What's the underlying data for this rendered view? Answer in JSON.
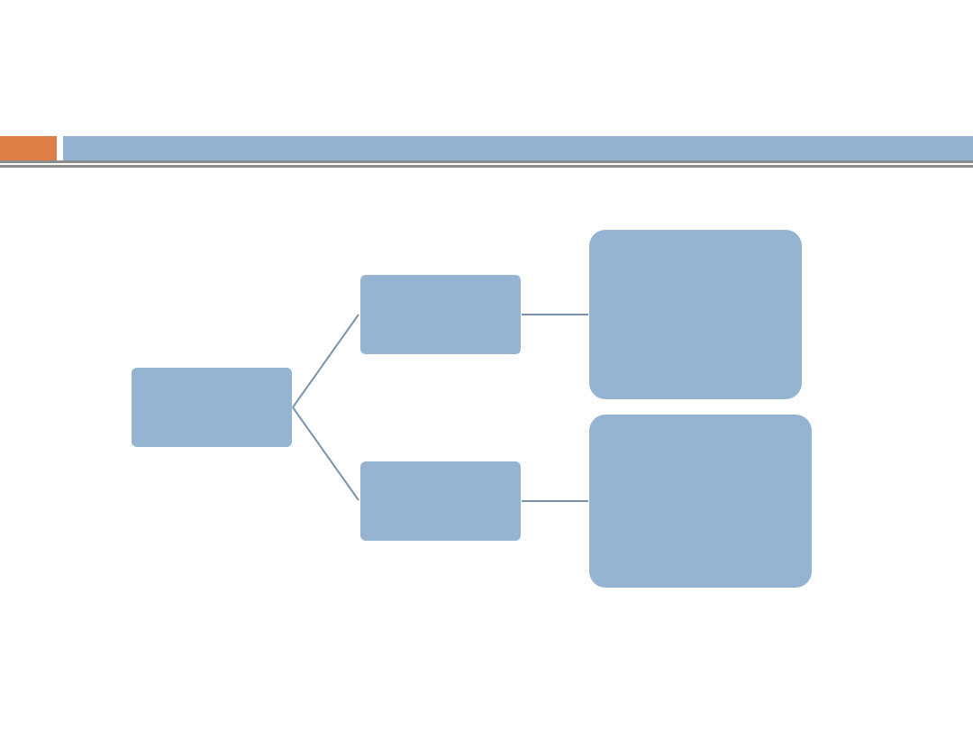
{
  "colors": {
    "accent": "#df8048",
    "title_bar": "#94b3d2",
    "rule": "#8c8c8c",
    "box_fill": "#95b4d2",
    "connector": "#7893ab"
  },
  "diagram": {
    "type": "tree",
    "nodes": [
      {
        "id": "root",
        "label": ""
      },
      {
        "id": "branch-1",
        "label": "",
        "parent": "root"
      },
      {
        "id": "branch-2",
        "label": "",
        "parent": "root"
      },
      {
        "id": "detail-1",
        "label": "",
        "parent": "branch-1"
      },
      {
        "id": "detail-2",
        "label": "",
        "parent": "branch-2"
      }
    ]
  }
}
